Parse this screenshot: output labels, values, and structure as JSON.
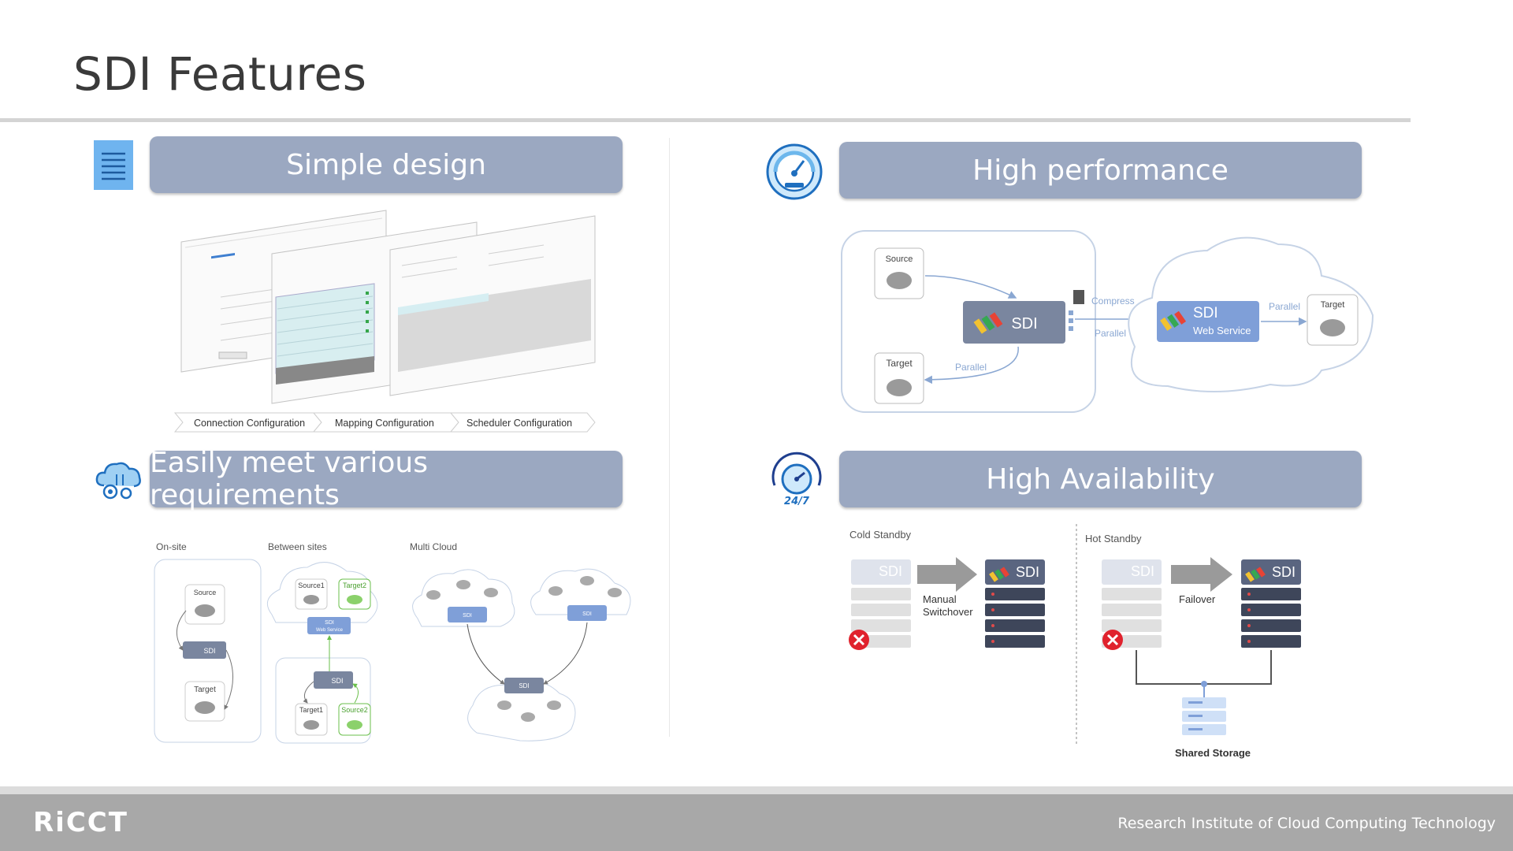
{
  "page_title": "SDI Features",
  "features": {
    "simple_design": {
      "title": "Simple design",
      "steps": [
        "Connection Configuration",
        "Mapping Configuration",
        "Scheduler Configuration"
      ]
    },
    "requirements": {
      "title": "Easily meet various requirements",
      "columns": [
        "On-site",
        "Between sites",
        "Multi Cloud"
      ],
      "labels": {
        "source": "Source",
        "target": "Target",
        "source1": "Source1",
        "target2": "Target2",
        "target1": "Target1",
        "source2": "Source2",
        "sdi": "SDI",
        "web_service": "Web Service"
      }
    },
    "performance": {
      "title": "High performance",
      "labels": {
        "source": "Source",
        "target": "Target",
        "sdi": "SDI",
        "web_service": "Web Service",
        "compress": "Compress",
        "parallel": "Parallel"
      }
    },
    "availability": {
      "title": "High Availability",
      "labels": {
        "cold_standby": "Cold Standby",
        "hot_standby": "Hot Standby",
        "manual_line1": "Manual",
        "manual_line2": "Switchover",
        "failover": "Failover",
        "shared_storage": "Shared Storage",
        "sdi": "SDI"
      }
    }
  },
  "footer": {
    "logo": "RiCCT",
    "institute": "Research Institute of Cloud Computing Technology"
  },
  "colors": {
    "bar": "#9ba8c1",
    "sdi_box": "#7a869f",
    "web_service": "#7f9fd8",
    "footer": "#a8a8a8",
    "error": "#e0222d"
  }
}
